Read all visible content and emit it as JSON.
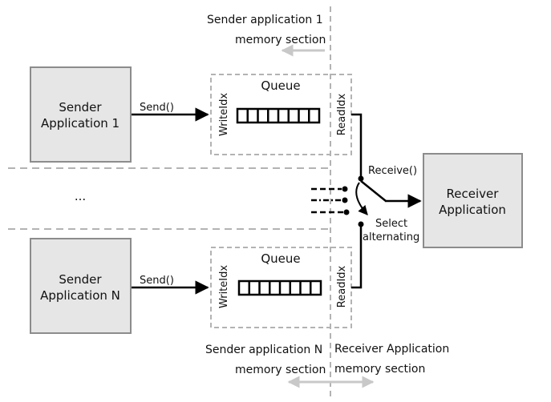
{
  "memory_sections": {
    "top": {
      "line1": "Sender application 1",
      "line2": "memory section"
    },
    "bottom_left": {
      "line1": "Sender application N",
      "line2": "memory section"
    },
    "bottom_right": {
      "line1": "Receiver  Application",
      "line2": "memory section"
    }
  },
  "senders": [
    {
      "line1": "Sender",
      "line2": "Application 1",
      "call": "Send()"
    },
    {
      "line1": "Sender",
      "line2": "Application N",
      "call": "Send()"
    }
  ],
  "queues": [
    {
      "title": "Queue",
      "write_idx": "WriteIdx",
      "read_idx": "ReadIdx"
    },
    {
      "title": "Queue",
      "write_idx": "WriteIdx",
      "read_idx": "ReadIdx"
    }
  ],
  "ellipsis": "...",
  "receiver": {
    "line1": "Receiver",
    "line2": "Application",
    "call": "Receive()",
    "select_line1": "Select",
    "select_line2": "alternating"
  },
  "colors": {
    "box_fill": "#e6e6e6",
    "box_stroke": "#8c8c8c",
    "dash": "#b3b3b3",
    "light_arrow": "#c8c8c8",
    "line": "#000000"
  }
}
